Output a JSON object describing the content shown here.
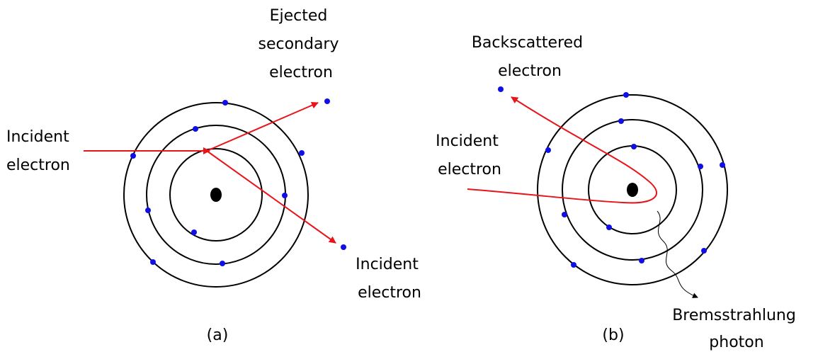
{
  "panel_a": {
    "caption": "(a)",
    "ejected_label": [
      "Ejected",
      "secondary",
      "electron"
    ],
    "incident_in_label": [
      "Incident",
      "electron"
    ],
    "incident_out_label": [
      "Incident",
      "electron"
    ]
  },
  "panel_b": {
    "caption": "(b)",
    "backscattered_label": [
      "Backscattered",
      "electron"
    ],
    "incident_label": [
      "Incident",
      "electron"
    ],
    "photon_label": [
      "Bremsstrahlung",
      "photon"
    ]
  },
  "colors": {
    "electron": "#1010e6",
    "track": "#e8141b",
    "nucleus": "#000000",
    "shell": "#000000"
  }
}
